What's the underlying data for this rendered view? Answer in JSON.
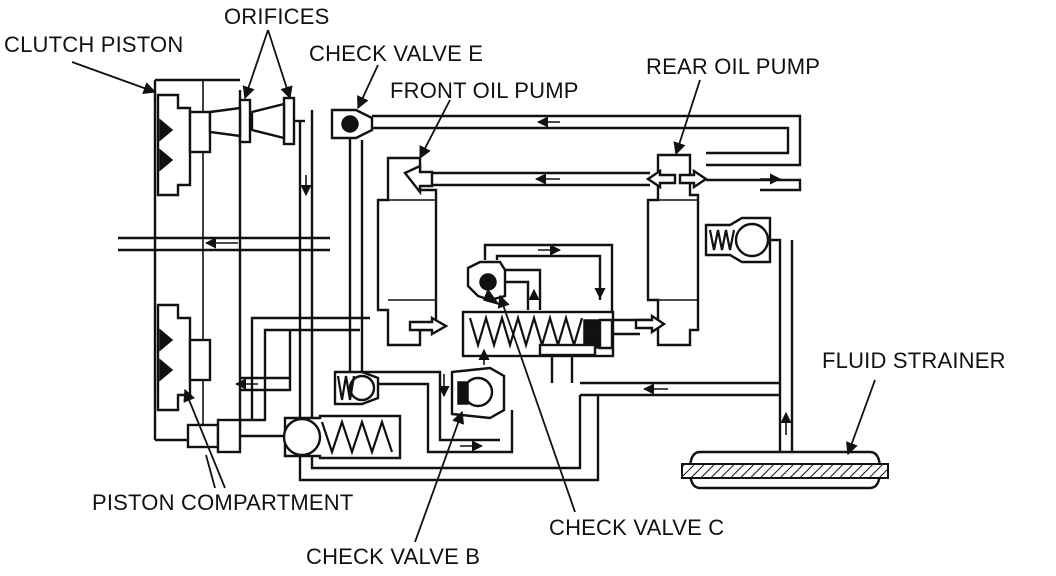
{
  "labels": {
    "clutch_piston": "CLUTCH PISTON",
    "orifices": "ORIFICES",
    "check_valve_e": "CHECK VALVE E",
    "front_oil_pump": "FRONT OIL PUMP",
    "rear_oil_pump": "REAR OIL PUMP",
    "fluid_strainer": "FLUID STRAINER",
    "piston_compartment": "PISTON COMPARTMENT",
    "check_valve_c": "CHECK VALVE C",
    "check_valve_b": "CHECK VALVE B"
  }
}
